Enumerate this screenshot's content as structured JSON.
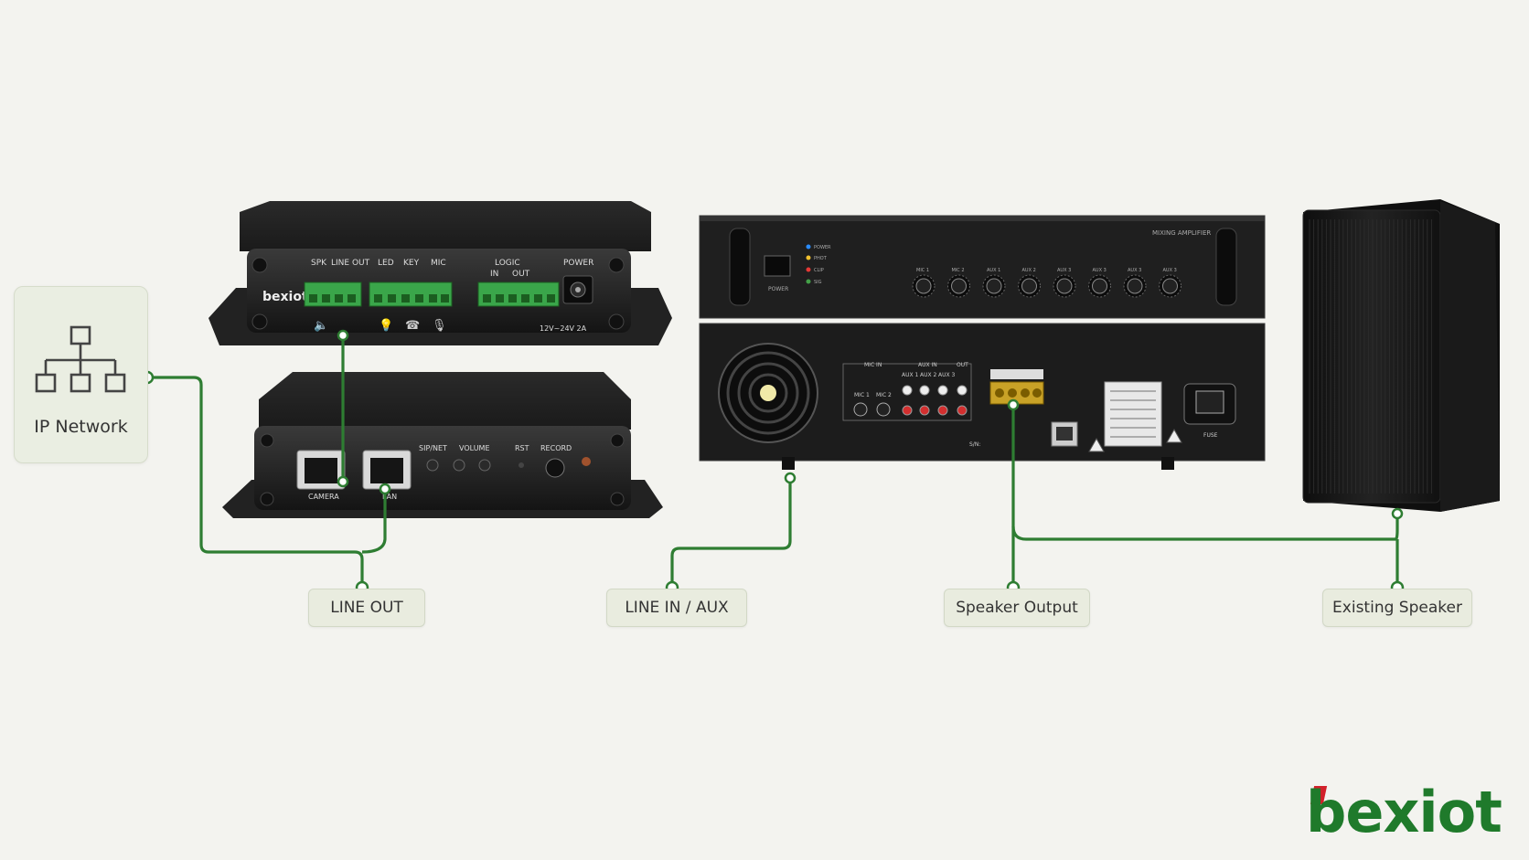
{
  "ip_network": {
    "label": "IP Network",
    "icon": "network-topology-icon"
  },
  "gateway": {
    "brand": "bexiot",
    "top_labels": [
      "SPK",
      "LINE OUT",
      "LED",
      "KEY",
      "MIC",
      "LOGIC",
      "POWER"
    ],
    "logic_sub": [
      "IN",
      "OUT"
    ],
    "power_rating": "12V~24V 2A",
    "front_labels": [
      "SIP/NET",
      "VOLUME",
      "RST",
      "RECORD"
    ],
    "port_labels": [
      "CAMERA",
      "LAN"
    ]
  },
  "amplifier": {
    "title": "MIXING AMPLIFIER",
    "power_label": "POWER",
    "indicators": [
      "POWER",
      "PHOT",
      "CLIP",
      "SIG"
    ],
    "knobs": [
      "MIC 1",
      "MIC 2",
      "AUX 1",
      "AUX 2",
      "AUX 3",
      "AUX 3",
      "AUX 3",
      "AUX 3"
    ],
    "rear_groups": [
      "MIC IN",
      "AUX IN",
      "OUT"
    ],
    "rear_inputs": [
      "MIC 1",
      "MIC 2",
      "AUX 1",
      "AUX 2",
      "AUX 3"
    ],
    "serial_label": "S/N:",
    "fuse_label": "FUSE"
  },
  "labels": {
    "line_out": "LINE OUT",
    "line_in_aux": "LINE IN / AUX",
    "speaker_output": "Speaker Output",
    "existing_speaker": "Existing Speaker"
  },
  "logo": {
    "text": "bexiot"
  },
  "colors": {
    "wire": "#2e7d32",
    "device": "#1e1e1e",
    "terminal": "#3aa64a",
    "background": "#f3f3ef"
  }
}
